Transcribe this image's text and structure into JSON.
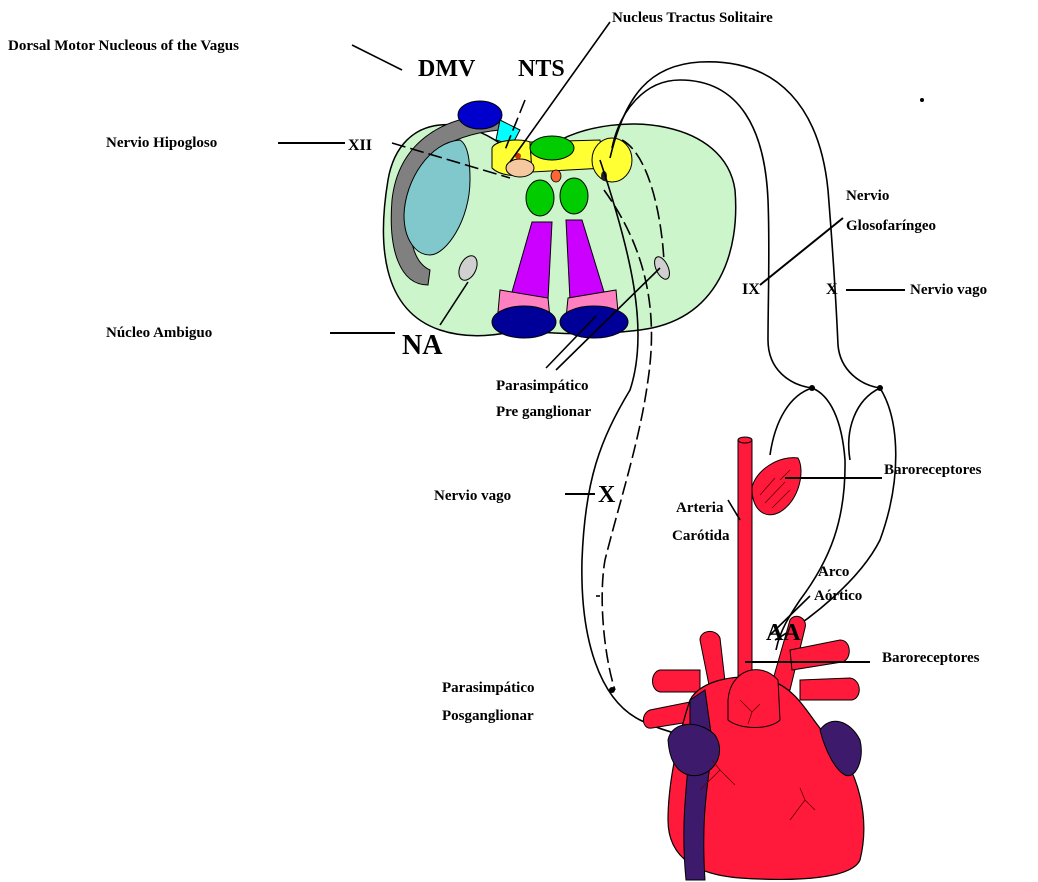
{
  "labels": {
    "dorsal_motor": "Dorsal Motor  Nucleous of the Vagus",
    "nucleus_tractus": "Nucleus  Tractus Solitaire",
    "dmv": "DMV",
    "nts": "NTS",
    "nervio_hipogloso": "Nervio Hipogloso",
    "xii": "XII",
    "nervio_glosofaringeo_1": "Nervio",
    "nervio_glosofaringeo_2": "Glosofaríngeo",
    "ix": "IX",
    "x_right": "X",
    "nervio_vago_right": "Nervio vago",
    "nucleo_ambiguo": "Núcleo Ambiguo",
    "na": "NA",
    "parasimpatico_pre_1": "Parasimpático",
    "parasimpatico_pre_2": "Pre ganglionar",
    "nervio_vago_left": "Nervio vago",
    "x_left": "X",
    "arteria_1": "Arteria",
    "arteria_2": "Carótida",
    "baroreceptores_1": "Baroreceptores",
    "arco_1": "Arco",
    "arco_2": "Aórtico",
    "aa": "AA",
    "baroreceptores_2": "Baroreceptores",
    "parasimpatico_pos_1": "Parasimpático",
    "parasimpatico_pos_2": "Posganglionar"
  },
  "colors": {
    "medulla": "#ccf5cc",
    "heart_red": "#ff1a3c",
    "heart_purple": "#3d1a6b",
    "nts_yellow": "#ffff33",
    "green_nucleus": "#00cc00",
    "magenta": "#cc00ff",
    "navy": "#000099",
    "gray": "#808080",
    "teal": "#80c8cc",
    "pink": "#ff80c0",
    "cyan": "#00ffff",
    "blue": "#0000cc"
  }
}
